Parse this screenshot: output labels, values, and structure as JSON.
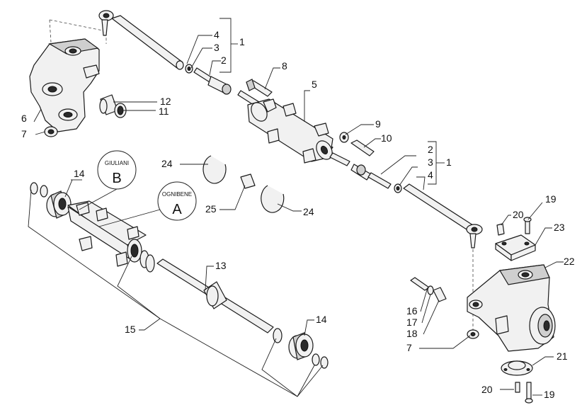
{
  "callouts": {
    "c1_top": "1",
    "c2_top": "2",
    "c3_top": "3",
    "c4_top": "4",
    "c5": "5",
    "c6": "6",
    "c7_top": "7",
    "c8": "8",
    "c9": "9",
    "c10": "10",
    "c11": "11",
    "c12": "12",
    "c13": "13",
    "c14_left": "14",
    "c14_right": "14",
    "c15": "15",
    "c16": "16",
    "c17": "17",
    "c18": "18",
    "c19_top": "19",
    "c19_bottom": "19",
    "c20_top": "20",
    "c20_bottom": "20",
    "c21": "21",
    "c22": "22",
    "c23": "23",
    "c24_left": "24",
    "c24_right": "24",
    "c25": "25",
    "c1_right": "1",
    "c2_right": "2",
    "c3_right": "3",
    "c4_right": "4",
    "c7_bottom": "7"
  },
  "variants": {
    "giuliani_name": "GIULIANI",
    "giuliani_letter": "B",
    "ognibene_name": "OGNIBENE",
    "ognibene_letter": "A"
  }
}
